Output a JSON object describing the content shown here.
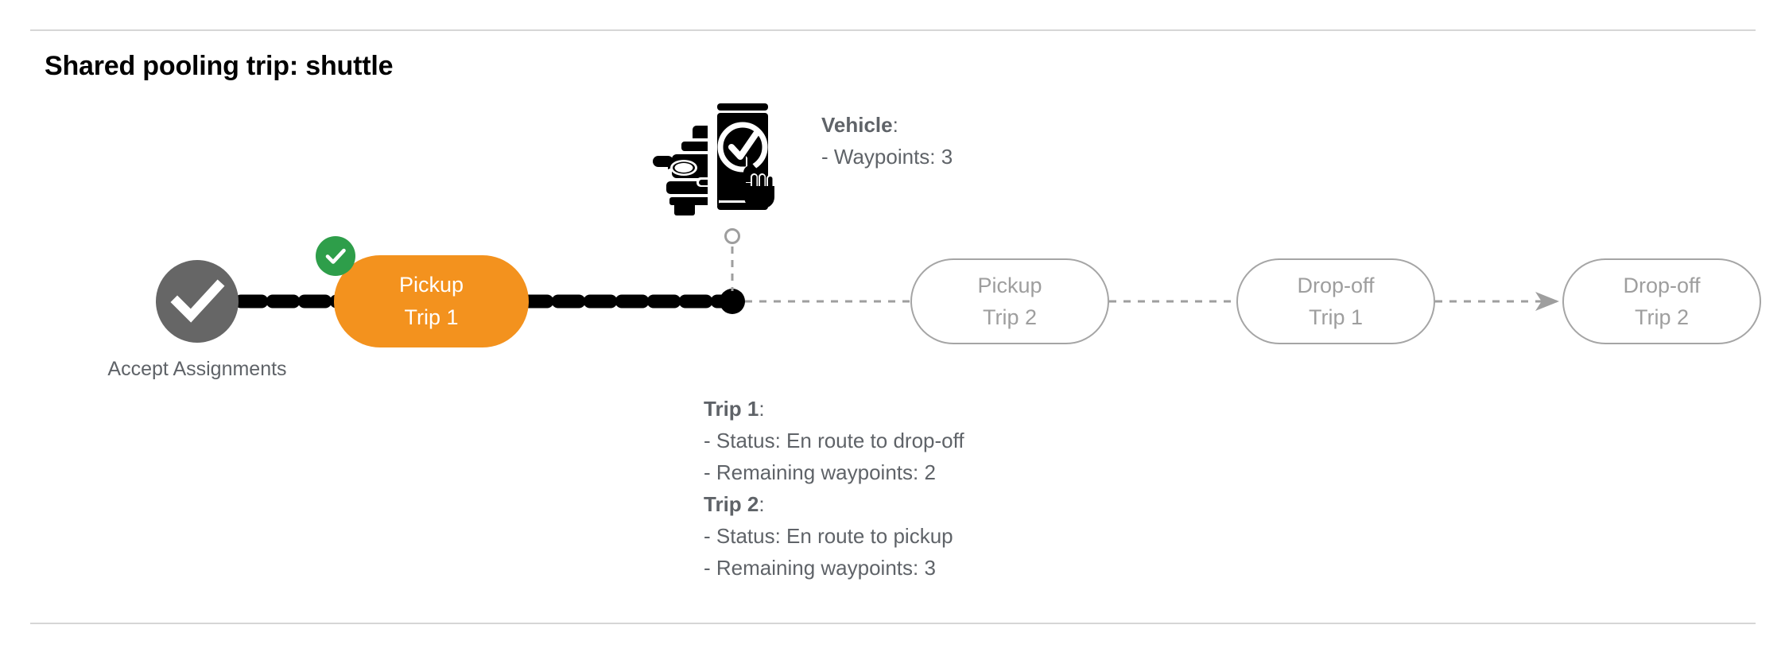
{
  "page": {
    "title": "Shared pooling trip: shuttle",
    "background": "#ffffff",
    "divider_color": "#d6d6d6"
  },
  "colors": {
    "active_chip": "#F3921E",
    "done_badge": "#2E9E4A",
    "start_node": "#666666",
    "pill_border": "#a5a5a5",
    "pill_text": "#9e9e9e",
    "body_text": "#5f6368",
    "title_text": "#000000",
    "traveled_path": "#000000",
    "upcoming_path": "#9e9e9e"
  },
  "timeline": {
    "start_node": {
      "icon": "check-circle-icon",
      "label_line1": "Accept",
      "label_line2": "Assignments",
      "state": "completed"
    },
    "active_step": {
      "line1": "Pickup",
      "line2": "Trip 1",
      "state": "completed",
      "badge_icon": "check-badge-icon"
    },
    "upcoming_steps": [
      {
        "line1": "Pickup",
        "line2": "Trip 2",
        "state": "upcoming"
      },
      {
        "line1": "Drop-off",
        "line2": "Trip 1",
        "state": "upcoming"
      },
      {
        "line1": "Drop-off",
        "line2": "Trip 2",
        "state": "upcoming"
      }
    ]
  },
  "vehicle": {
    "icon": "car-phone-check-icon",
    "heading": "Vehicle",
    "heading_suffix": ":",
    "waypoints_line": "- Waypoints: 3",
    "marker_icon": "vehicle-position-marker"
  },
  "trip_details": [
    {
      "heading": "Trip 1",
      "heading_suffix": ":",
      "status_line": "- Status:  En route to drop-off",
      "waypoints_line": "- Remaining waypoints: 2"
    },
    {
      "heading": "Trip 2",
      "heading_suffix": ":",
      "status_line": "- Status:  En route to pickup",
      "waypoints_line": "- Remaining waypoints: 3"
    }
  ]
}
